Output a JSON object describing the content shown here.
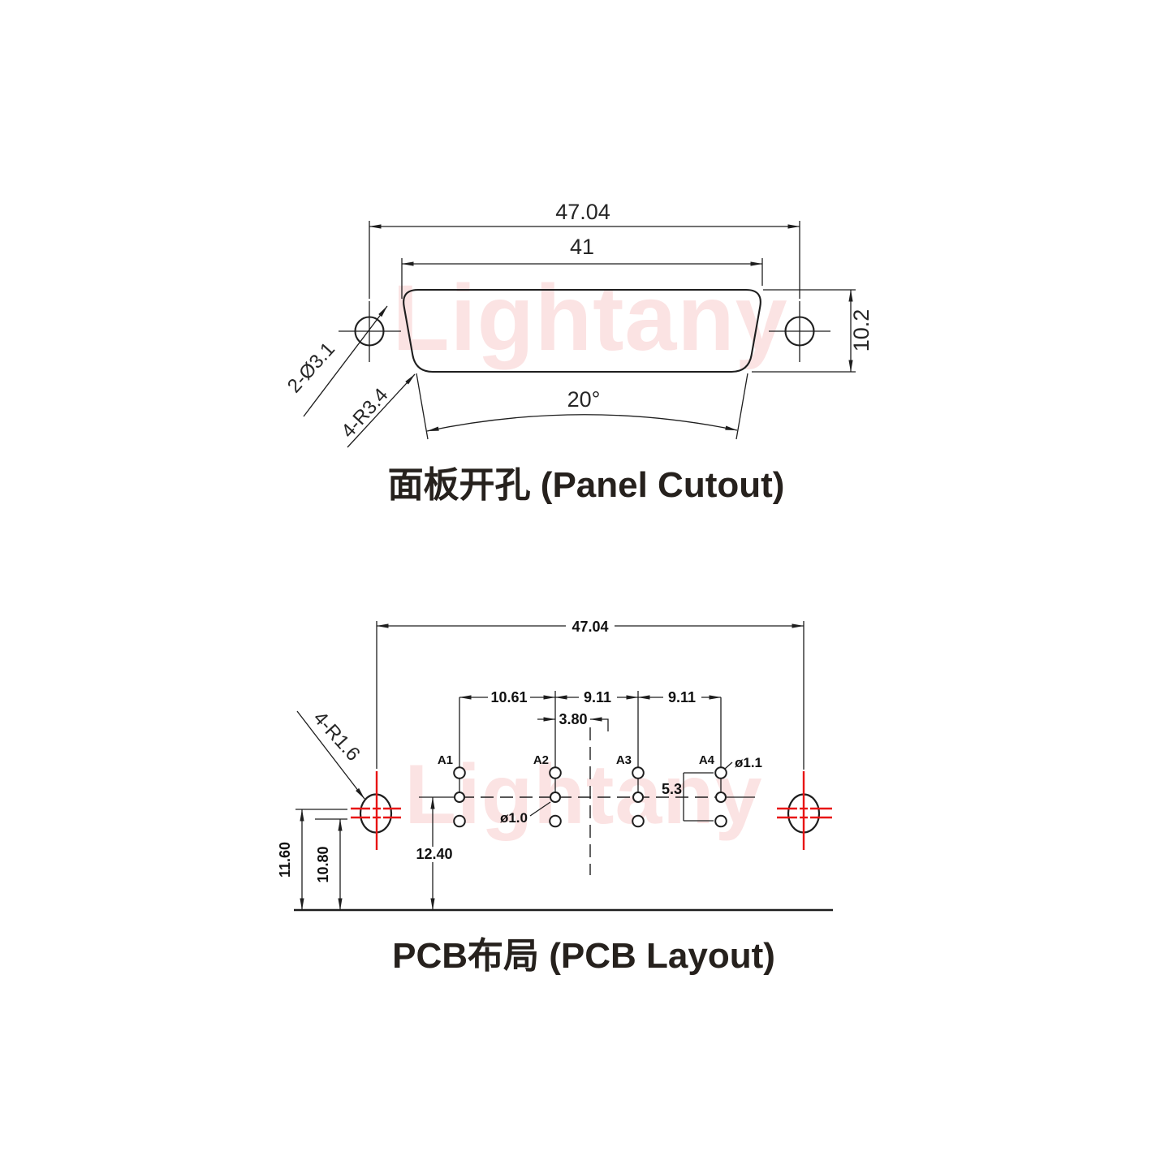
{
  "watermark": {
    "text": "Lightany"
  },
  "panel_cutout": {
    "title": "面板开孔 (Panel Cutout)",
    "outer_width": "47.04",
    "cutout_width": "41",
    "cutout_height": "10.2",
    "side_angle": "20°",
    "mount_holes": "2-Ø3.1",
    "corner_radius": "4-R3.4"
  },
  "pcb_layout": {
    "title": "PCB布局 (PCB Layout)",
    "mount_span": "47.04",
    "pitch_a1_a2": "10.61",
    "pitch_a2_a3": "9.11",
    "pitch_a3_a4": "9.11",
    "center_offset": "3.80",
    "row_span": "5.3",
    "hole_dia_power": "ø1.1",
    "hole_dia_signal": "ø1.0",
    "edge_to_center": "12.40",
    "edge_to_hole_upper": "11.60",
    "edge_to_hole_lower": "10.80",
    "mount_radius": "4-R1.6",
    "pins": [
      "A1",
      "A2",
      "A3",
      "A4"
    ]
  }
}
